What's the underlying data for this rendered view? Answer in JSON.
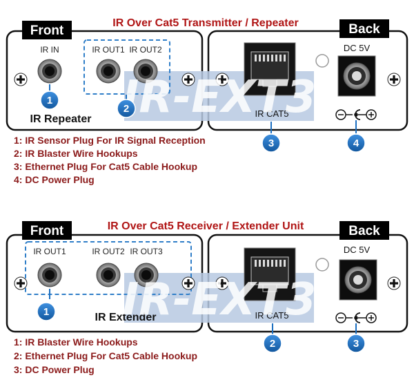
{
  "section1": {
    "title": "IR Over Cat5 Transmitter / Repeater",
    "front_tab": "Front",
    "back_tab": "Back",
    "port_ir_in": "IR IN",
    "port_ir_out1": "IR OUT1",
    "port_ir_out2": "IR OUT2",
    "device_label": "IR Repeater",
    "rj45_label": "IR CAT5",
    "dc_label": "DC 5V",
    "badges": [
      "1",
      "2",
      "3",
      "4"
    ],
    "legend": [
      "1: IR Sensor Plug For IR Signal Reception",
      "2: IR Blaster Wire Hookups",
      "3: Ethernet Plug For Cat5 Cable Hookup",
      "4: DC Power Plug"
    ]
  },
  "section2": {
    "title": "IR Over Cat5 Receiver / Extender Unit",
    "front_tab": "Front",
    "back_tab": "Back",
    "port_ir_out1": "IR OUT1",
    "port_ir_out2": "IR OUT2",
    "port_ir_out3": "IR OUT3",
    "device_label": "IR Extender",
    "rj45_label": "IR CAT5",
    "dc_label": "DC 5V",
    "badges": [
      "1",
      "2",
      "3"
    ],
    "legend": [
      "1: IR Blaster Wire Hookups",
      "2: Ethernet Plug For Cat5 Cable Hookup",
      "3: DC Power Plug"
    ]
  },
  "watermark": "IR-EXT3",
  "colors": {
    "title": "#b01515",
    "legend": "#8b1a1a",
    "badge": "#1a6ec0",
    "panel_stroke": "#111111",
    "watermark_band": "#b7c9e2"
  },
  "icons": [
    "screw-icon",
    "jack-icon",
    "rj45-icon",
    "dc-jack-icon",
    "polarity-icon",
    "led-icon"
  ]
}
